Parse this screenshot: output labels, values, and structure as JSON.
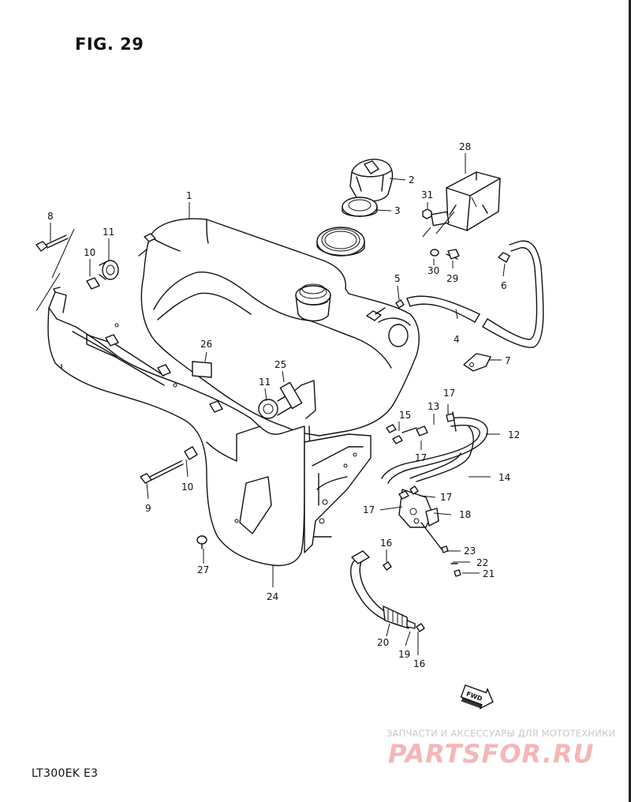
{
  "figure": {
    "title": "FIG. 29",
    "model_code": "LT300EK  E3"
  },
  "callouts": {
    "c1": "1",
    "c2": "2",
    "c3": "3",
    "c4": "4",
    "c5": "5",
    "c6": "6",
    "c7": "7",
    "c8": "8",
    "c9": "9",
    "c10a": "10",
    "c10b": "10",
    "c11a": "11",
    "c11b": "11",
    "c12": "12",
    "c13": "13",
    "c14": "14",
    "c15": "15",
    "c16a": "16",
    "c16b": "16",
    "c17a": "17",
    "c17b": "17",
    "c17c": "17",
    "c17d": "17",
    "c18": "18",
    "c19": "19",
    "c20": "20",
    "c21": "21",
    "c22": "22",
    "c23": "23",
    "c24": "24",
    "c25": "25",
    "c26": "26",
    "c27": "27",
    "c28": "28",
    "c29": "29",
    "c30": "30",
    "c31": "31"
  },
  "fwd_label": "FWD",
  "watermark": {
    "line1": "ЗАПЧАСТИ И АКСЕССУАРЫ ДЛЯ МОТОТЕХНИКИ",
    "logo": "PARTSFOR.RU"
  }
}
